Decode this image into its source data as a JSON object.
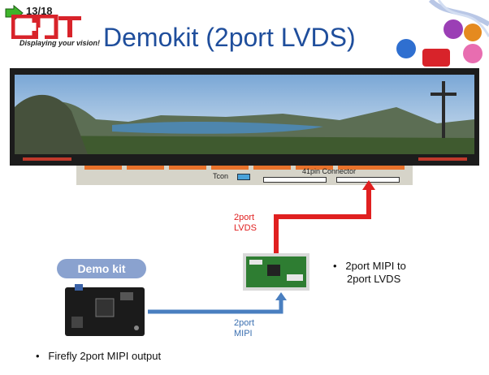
{
  "slide": {
    "number": "13/18"
  },
  "logo": {
    "text": "CPT",
    "tagline": "Displaying your vision!"
  },
  "title": "Demokit (2port LVDS)",
  "panel": {
    "tcon_label": "Tcon",
    "connector_label": "41pin Connector"
  },
  "links": {
    "lvds_label": [
      "2port",
      "LVDS"
    ],
    "mipi_label": [
      "2port",
      "MIPI"
    ]
  },
  "demo_kit": {
    "label": "Demo kit"
  },
  "bullets": {
    "bridge": [
      "2port MIPI to",
      "2port LVDS"
    ],
    "source": "Firefly 2port MIPI output"
  },
  "colors": {
    "title": "#1f4e9c",
    "lvds_arrow": "#e02020",
    "mipi_arrow": "#4a7fc0",
    "pill": "#8aa2cf"
  }
}
